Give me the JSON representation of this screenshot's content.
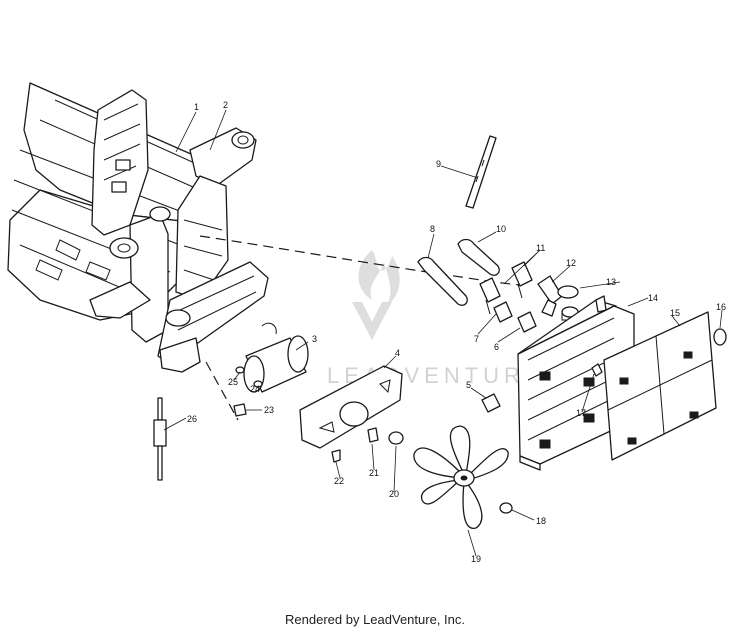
{
  "watermark": {
    "text": "LEADVENTURE"
  },
  "footer": {
    "text": "Rendered by LeadVenture, Inc."
  },
  "callouts": [
    {
      "id": "c1",
      "label": "1"
    },
    {
      "id": "c2",
      "label": "2"
    },
    {
      "id": "c3",
      "label": "3"
    },
    {
      "id": "c4",
      "label": "4"
    },
    {
      "id": "c5",
      "label": "5"
    },
    {
      "id": "c6",
      "label": "6"
    },
    {
      "id": "c7",
      "label": "7"
    },
    {
      "id": "c8",
      "label": "8"
    },
    {
      "id": "c9",
      "label": "9"
    },
    {
      "id": "c10",
      "label": "10"
    },
    {
      "id": "c11",
      "label": "11"
    },
    {
      "id": "c12",
      "label": "12"
    },
    {
      "id": "c13",
      "label": "13"
    },
    {
      "id": "c14",
      "label": "14"
    },
    {
      "id": "c15",
      "label": "15"
    },
    {
      "id": "c16",
      "label": "16"
    },
    {
      "id": "c17",
      "label": "17"
    },
    {
      "id": "c18",
      "label": "18"
    },
    {
      "id": "c19",
      "label": "19"
    },
    {
      "id": "c20",
      "label": "20"
    },
    {
      "id": "c21",
      "label": "21"
    },
    {
      "id": "c22",
      "label": "22"
    },
    {
      "id": "c23",
      "label": "23"
    },
    {
      "id": "c24",
      "label": "24"
    },
    {
      "id": "c25",
      "label": "25"
    },
    {
      "id": "c26",
      "label": "26"
    }
  ]
}
